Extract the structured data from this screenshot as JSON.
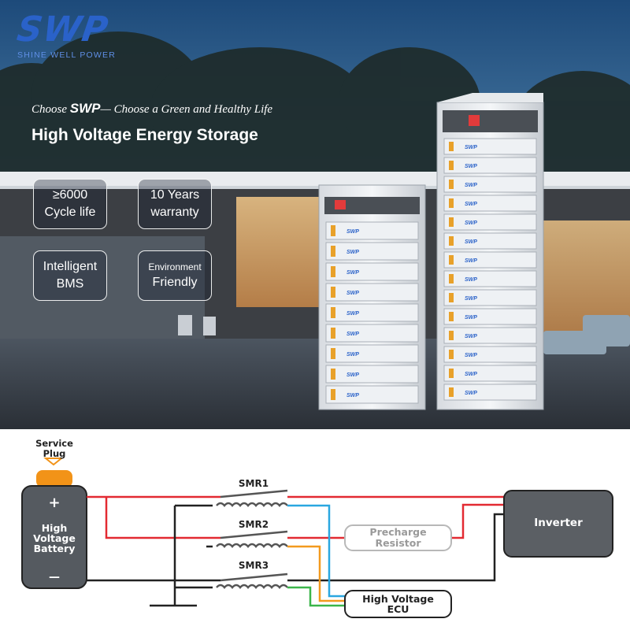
{
  "banner": {
    "logo_mark": "SWP",
    "logo_subtitle": "SHINE WELL POWER",
    "tagline_prefix": "Choose ",
    "tagline_brand": "SWP",
    "tagline_suffix": "— Choose a Green and Healthy Life",
    "headline": "High Voltage Energy Storage",
    "features": [
      {
        "line1": "≥6000",
        "line2": "Cycle life"
      },
      {
        "line1": "10 Years",
        "line2": "warranty"
      },
      {
        "line1": "Intelligent",
        "line2": "BMS"
      },
      {
        "line1": "Environment",
        "line2": "Friendly"
      }
    ],
    "module_badge": "SWP"
  },
  "diagram": {
    "service_plug": [
      "Service",
      "Plug"
    ],
    "battery": {
      "plus": "+",
      "label": [
        "High",
        "Voltage",
        "Battery"
      ],
      "minus": "—"
    },
    "relays": [
      "SMR1",
      "SMR2",
      "SMR3"
    ],
    "precharge": [
      "Precharge",
      "Resistor"
    ],
    "inverter": "Inverter",
    "ecu": [
      "High Voltage",
      "ECU"
    ],
    "colors": {
      "positive": "#e32a32",
      "negative": "#222222",
      "signal_blue": "#2aa7e0",
      "signal_orange": "#f39a1e",
      "signal_green": "#3bb54a",
      "plug": "#f29318"
    }
  }
}
